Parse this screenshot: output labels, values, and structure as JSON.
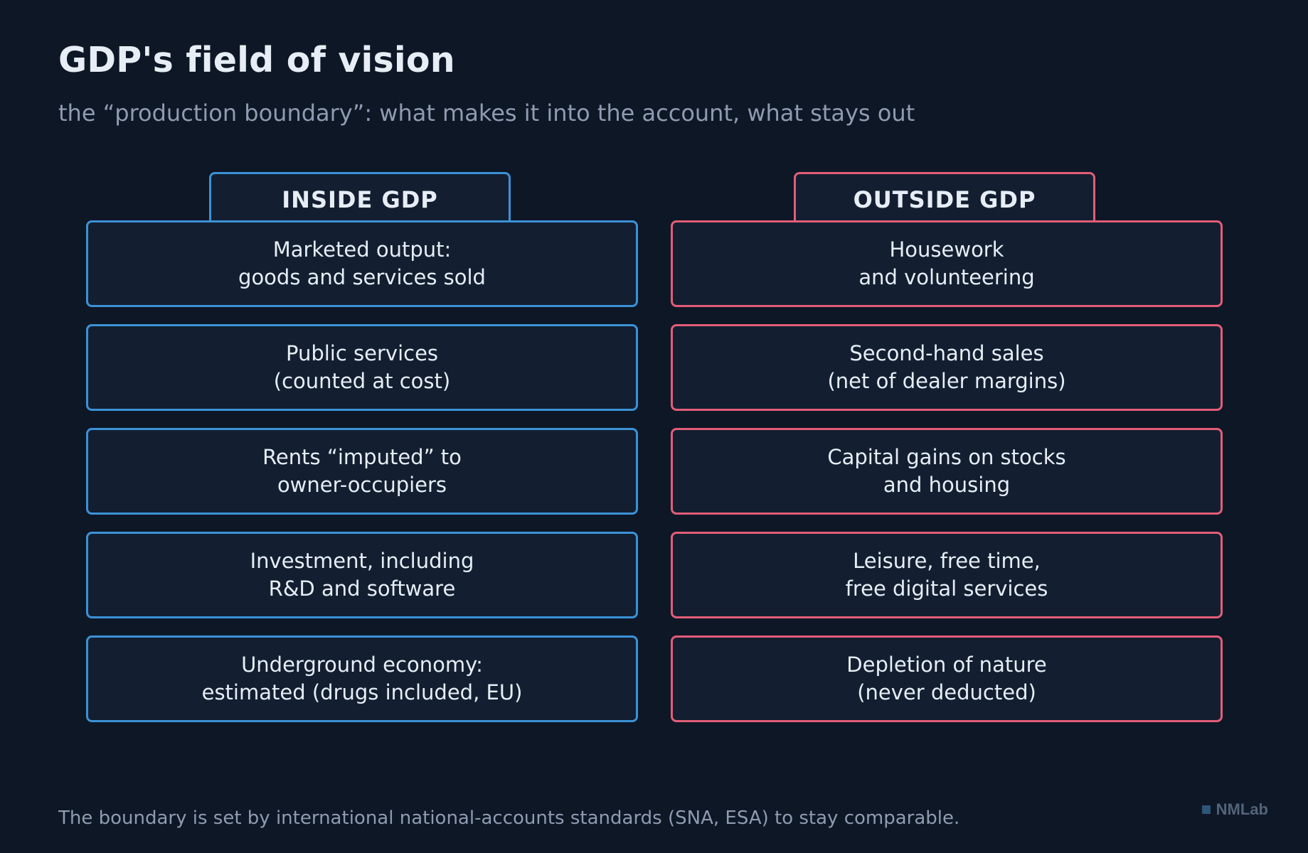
{
  "title": "GDP's field of vision",
  "subtitle": "the “production boundary”: what makes it into the account, what stays out",
  "colors": {
    "background": "#0e1726",
    "inside_accent": "#3b92d6",
    "outside_accent": "#e35d78"
  },
  "inside": {
    "header": "INSIDE GDP",
    "items": [
      {
        "line1": "Marketed output:",
        "line2": "goods and services sold"
      },
      {
        "line1": "Public services",
        "line2": "(counted at cost)"
      },
      {
        "line1": "Rents “imputed” to",
        "line2": "owner-occupiers"
      },
      {
        "line1": "Investment, including",
        "line2": "R&D and software"
      },
      {
        "line1": "Underground economy:",
        "line2": "estimated (drugs included, EU)"
      }
    ]
  },
  "outside": {
    "header": "OUTSIDE GDP",
    "items": [
      {
        "line1": "Housework",
        "line2": "and volunteering"
      },
      {
        "line1": "Second-hand sales",
        "line2": "(net of dealer margins)"
      },
      {
        "line1": "Capital gains on stocks",
        "line2": "and housing"
      },
      {
        "line1": "Leisure, free time,",
        "line2": "free digital services"
      },
      {
        "line1": "Depletion of nature",
        "line2": "(never deducted)"
      }
    ]
  },
  "footer": "The boundary is set by international national-accounts standards (SNA, ESA) to stay comparable.",
  "brand": "NMLab"
}
